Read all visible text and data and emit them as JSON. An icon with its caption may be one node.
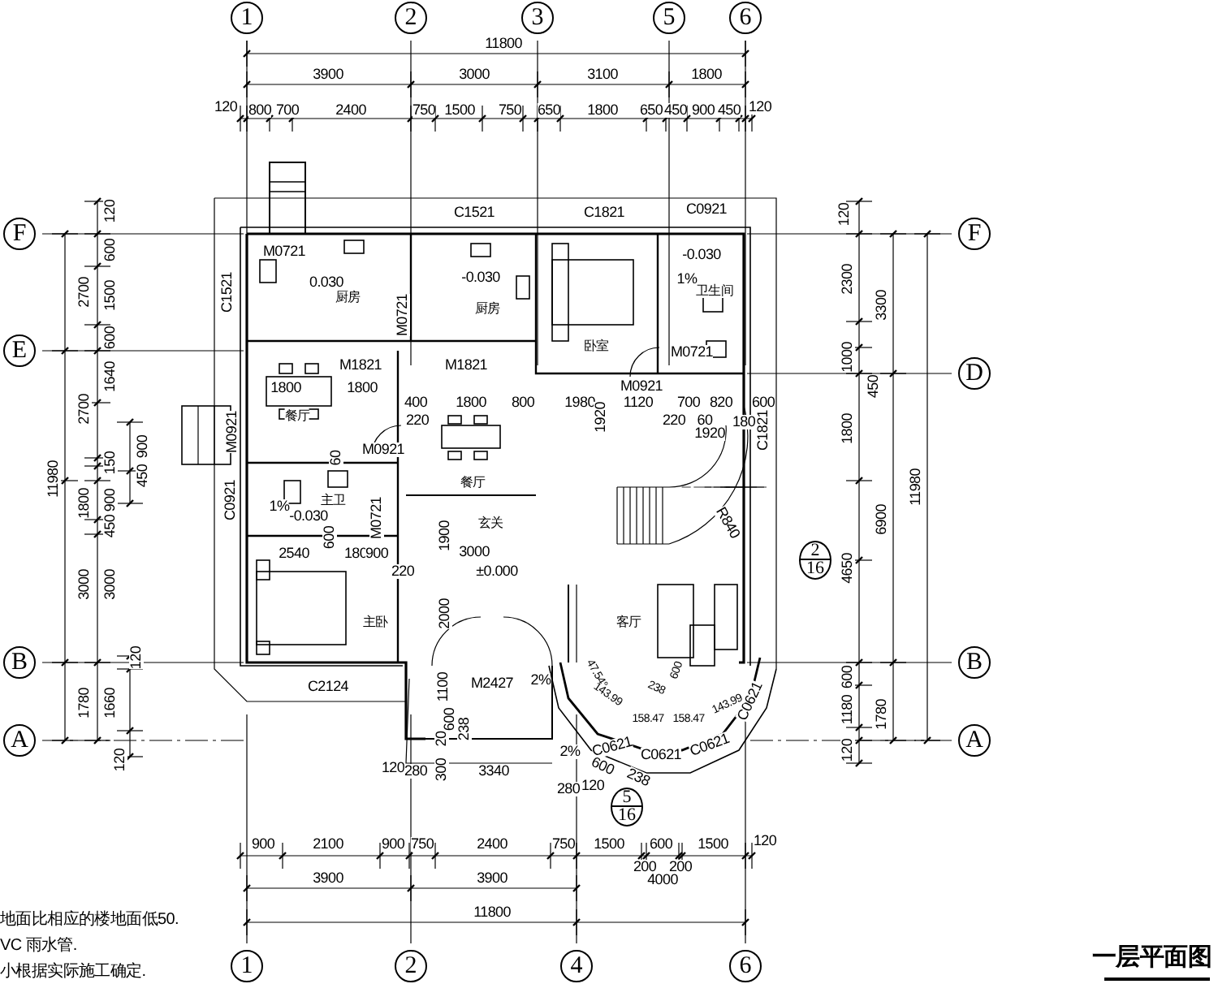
{
  "diagram": {
    "title": "一层平面图",
    "nodes": [
      {
        "text": [
          "1"
        ]
      },
      {
        "text": [
          "2"
        ]
      },
      {
        "text": [
          "3"
        ]
      },
      {
        "text": [
          "5"
        ]
      },
      {
        "text": [
          "6"
        ]
      },
      {
        "text": [
          "F"
        ]
      },
      {
        "text": [
          "E"
        ]
      },
      {
        "text": [
          "B"
        ]
      },
      {
        "text": [
          "A"
        ]
      },
      {
        "text": [
          "F"
        ]
      },
      {
        "text": [
          "D"
        ]
      },
      {
        "text": [
          "B"
        ]
      },
      {
        "text": [
          "A"
        ]
      },
      {
        "text": [
          "2",
          "16"
        ]
      },
      {
        "text": [
          "5",
          "16"
        ]
      },
      {
        "text": [
          "1"
        ]
      },
      {
        "text": [
          "2"
        ]
      },
      {
        "text": [
          "4"
        ]
      },
      {
        "text": [
          "6"
        ]
      }
    ],
    "labels": [
      "11800",
      "3900",
      "3000",
      "3100",
      "1800",
      "120",
      "800",
      "700",
      "2400",
      "750",
      "1500",
      "750",
      "650",
      "1800",
      "650",
      "450",
      "900",
      "450",
      "120",
      "120",
      "600",
      "2700",
      "1500",
      "600",
      "1640",
      "2700",
      "900",
      "150",
      "450",
      "1800",
      "900",
      "450",
      "11980",
      "3000",
      "3000",
      "120",
      "1780",
      "1660",
      "120",
      "120",
      "2300",
      "3300",
      "1000",
      "450",
      "1800",
      "4650",
      "6900",
      "11980",
      "600",
      "1180",
      "1780",
      "120",
      "900",
      "2100",
      "900",
      "750",
      "2400",
      "750",
      "1500",
      "600",
      "1500",
      "120",
      "200",
      "200",
      "3900",
      "3900",
      "4000",
      "11800",
      "C1521",
      "C1821",
      "C0921",
      "M0721",
      "C1521",
      "M0721",
      "M1821",
      "M1821",
      "M0921",
      "M0721",
      "M0921",
      "M0921",
      "C0921",
      "M0721",
      "C1821",
      "C2124",
      "M2427",
      "C0621",
      "C0621",
      "C0621",
      "C0621",
      "厨房",
      "厨房",
      "卧室",
      "卫生间",
      "餐厅",
      "餐厅",
      "主卫",
      "主卧",
      "玄关",
      "客厅",
      "0.030",
      "-0.030",
      "-0.030",
      "-0.030",
      "±0.000",
      "1%",
      "1%",
      "2%",
      "2540",
      "60",
      "600",
      "180",
      "900",
      "220",
      "1800",
      "1800",
      "220",
      "400",
      "1800",
      "800",
      "1980",
      "1920",
      "1120",
      "700",
      "820",
      "600",
      "220",
      "60",
      "1920",
      "180",
      "R840",
      "1900",
      "3000",
      "2000",
      "1100",
      "600",
      "20",
      "238",
      "120",
      "280",
      "300",
      "3340",
      "280",
      "120",
      "2%",
      "600",
      "238",
      "47.54°",
      "600",
      "143.99",
      "238",
      "158.47",
      "158.47",
      "143.99",
      "地面比相应的楼地面低50.",
      "VC 雨水管.",
      "小根据实际施工确定."
    ]
  }
}
